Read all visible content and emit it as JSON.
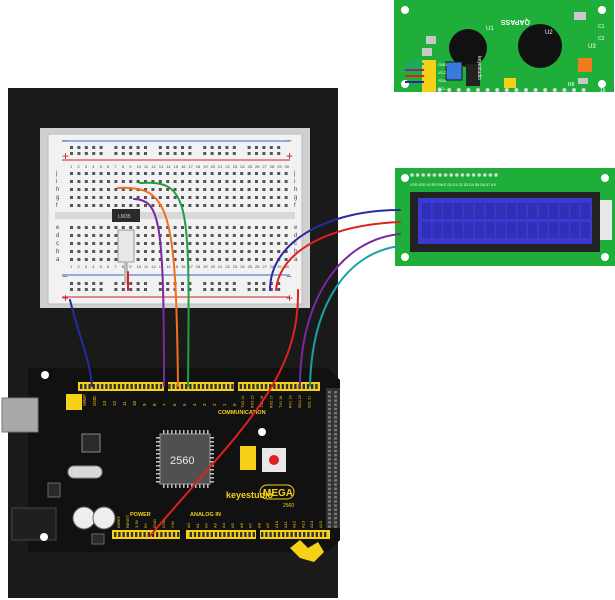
{
  "breadboard": {
    "top_numbers": [
      "1",
      "2",
      "3",
      "4",
      "5",
      "6",
      "7",
      "8",
      "9",
      "10",
      "11",
      "12",
      "13",
      "14",
      "15",
      "16",
      "17",
      "18",
      "19",
      "20",
      "21",
      "22",
      "23",
      "24",
      "25",
      "26",
      "27",
      "28",
      "29",
      "30"
    ],
    "row_letters_top": [
      "j",
      "i",
      "h",
      "g",
      "f"
    ],
    "row_letters_bottom": [
      "e",
      "d",
      "c",
      "b",
      "a"
    ],
    "plus": "+",
    "minus": "−",
    "chip_label": "LM35"
  },
  "i2c_module": {
    "brand": "keyestudio",
    "labels": {
      "u1": "U1",
      "u2": "U2",
      "u3": "U3",
      "c1": "C1",
      "c2": "C2",
      "r": "R8",
      "paps": "QAPASS",
      "num16": "16",
      "gnd": "GND",
      "vcc": "VCC",
      "sda": "SDA",
      "scl": "SCL"
    }
  },
  "lcd": {
    "pin_text": "VSS VDD V0 RS RW E D0 D1 D2 D3 D4 D5 D6 D7 A K"
  },
  "arduino": {
    "chip_label": "2560",
    "brand": "keyestudio",
    "model": "MEGA",
    "model_sub": "2560",
    "digital_header_labels": [
      "AREF",
      "GND",
      "13",
      "12",
      "11",
      "10",
      "9",
      "8"
    ],
    "pwm_labels": [
      "7",
      "6",
      "5",
      "4",
      "3",
      "2",
      "1",
      "0"
    ],
    "comm_header_label": "COMMUNICATION",
    "comm_labels": [
      "TX3 14",
      "RX3 15",
      "TX2 16",
      "RX2 17",
      "TX1 18",
      "RX1 19",
      "SDA 20",
      "SCL 21"
    ],
    "power_label": "POWER",
    "analog_label": "ANALOG IN",
    "power_pins": [
      "IOREF",
      "RESET",
      "3.3V",
      "5V",
      "GND",
      "GND",
      "VIN"
    ],
    "analog_pins": [
      "A0",
      "A1",
      "A2",
      "A3",
      "A4",
      "A5",
      "A6",
      "A7",
      "A8",
      "A9",
      "A10",
      "A11",
      "A12",
      "A13",
      "A14",
      "A15"
    ]
  },
  "colors": {
    "board_black": "#1a1a1a",
    "header_yellow": "#f7d117",
    "pcb_green": "#1fae3a",
    "lcd_blue": "#3a3ad0",
    "wire_blue": "#2a2aa0",
    "wire_red": "#e02020",
    "wire_purple": "#7a2a9a",
    "wire_teal": "#1aa0a0",
    "wire_green": "#20a040",
    "wire_orange": "#f07020"
  }
}
